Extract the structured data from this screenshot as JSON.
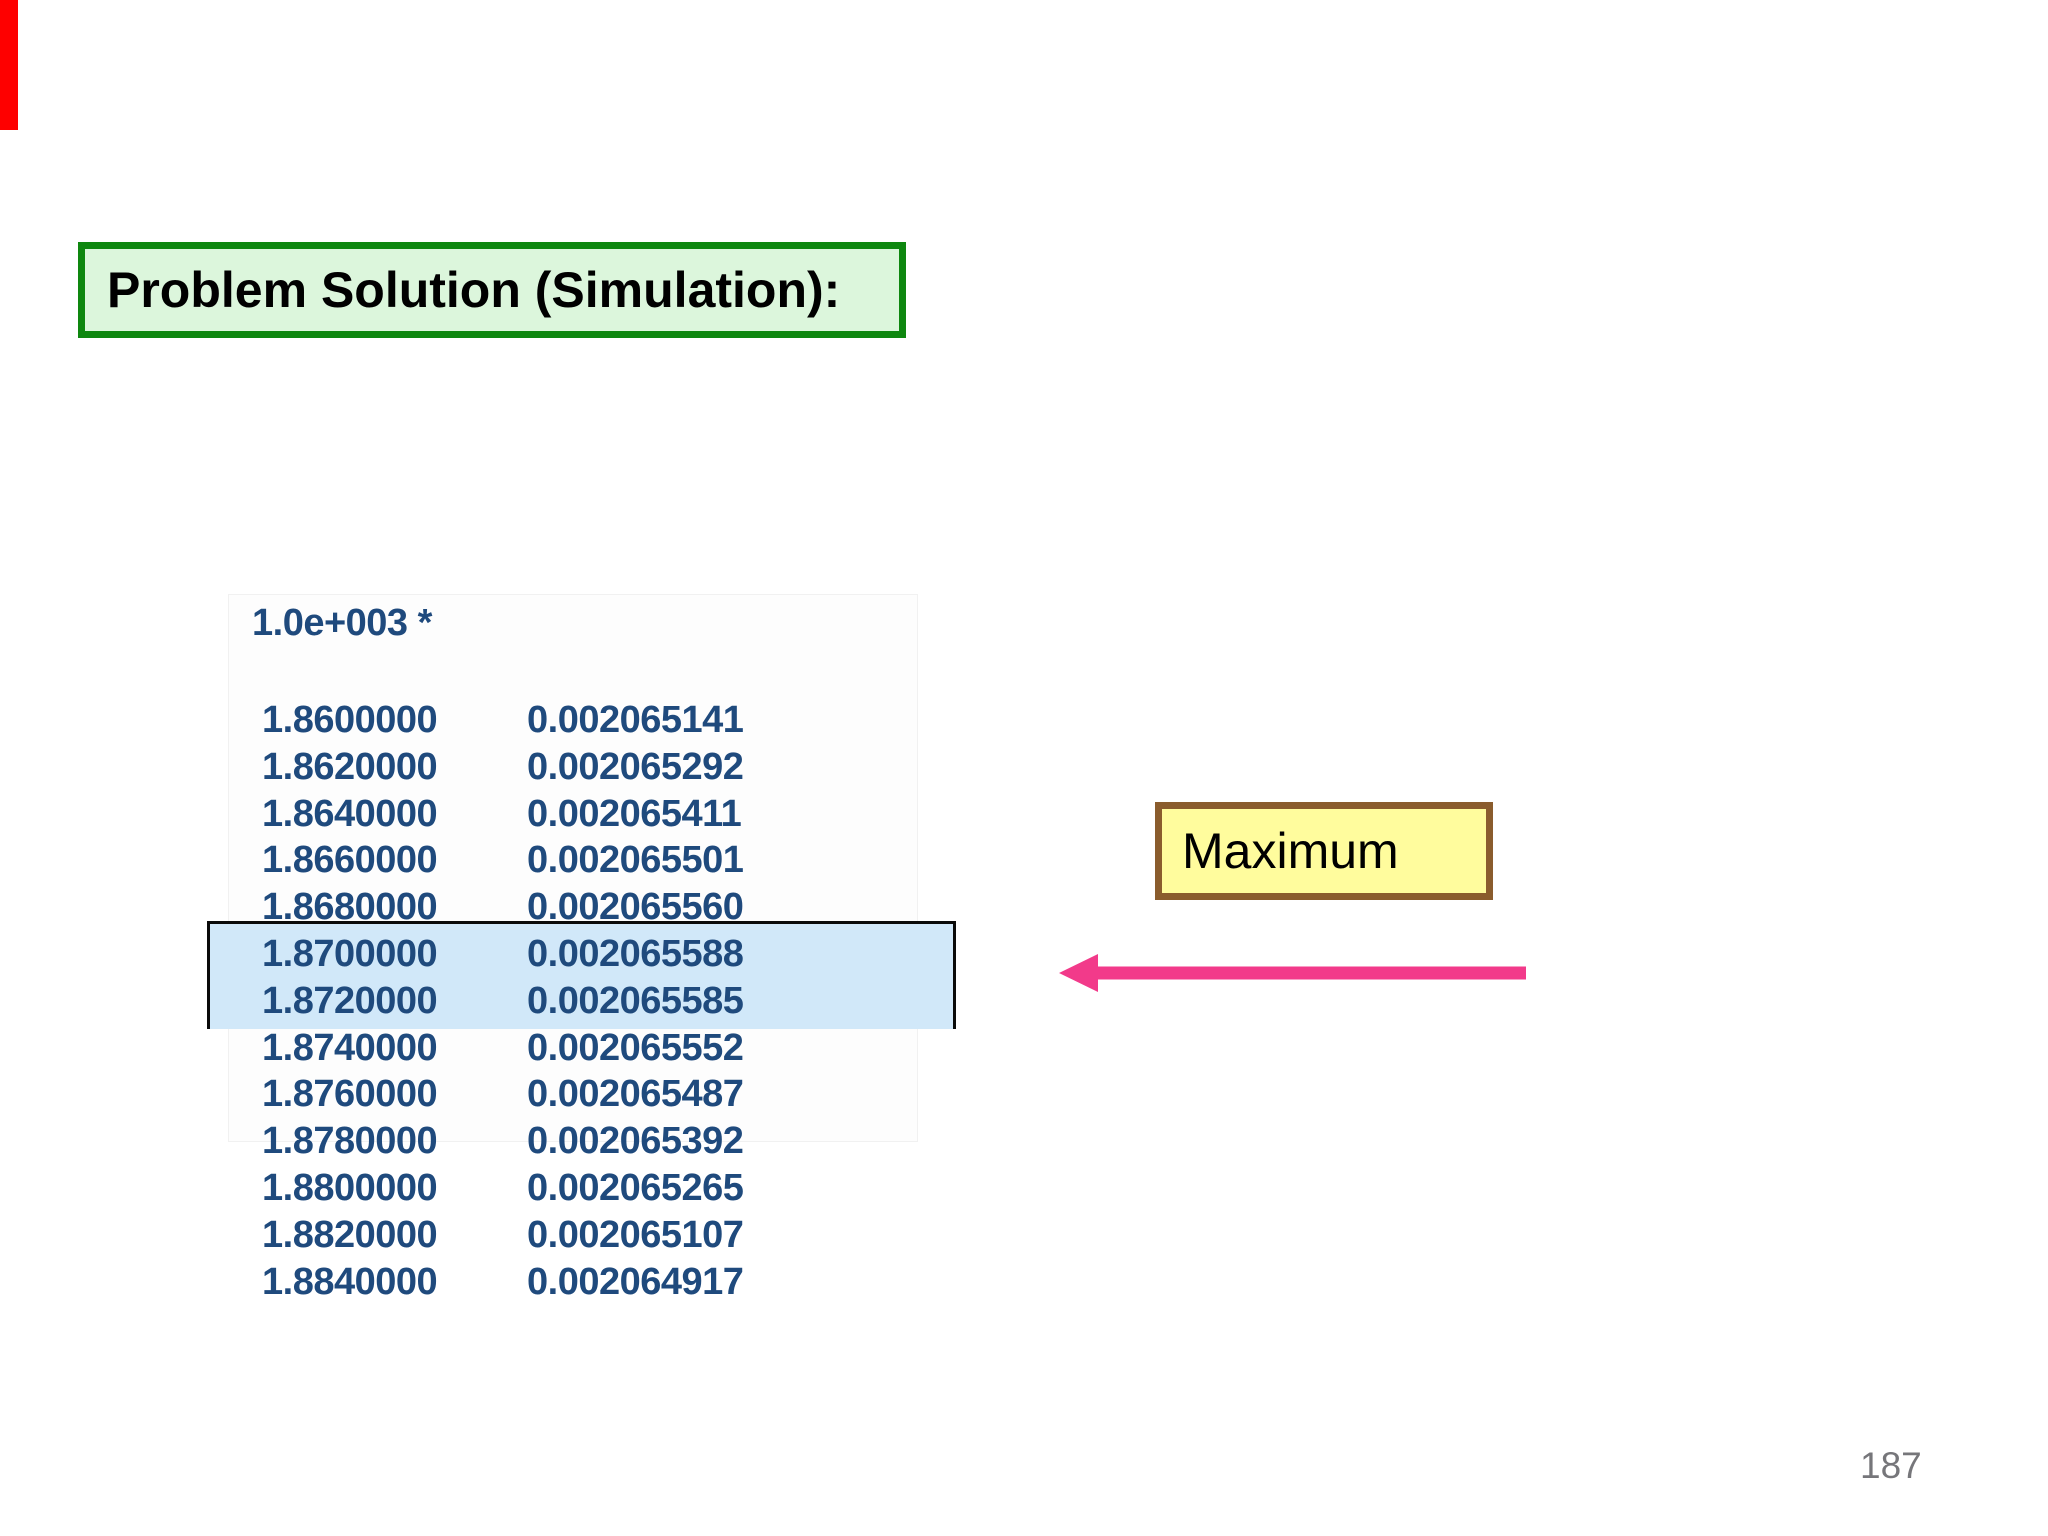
{
  "marker": {
    "color": "#fe0000"
  },
  "title": {
    "text": "Problem Solution (Simulation):",
    "fill_color": "#dcf6dc",
    "border_color": "#0e870f"
  },
  "console": {
    "multiplier_line": "1.0e+003 *",
    "text_color": "#1f4a7d",
    "rows": [
      {
        "x": "1.8600000",
        "fx": "0.002065141"
      },
      {
        "x": "1.8620000",
        "fx": "0.002065292"
      },
      {
        "x": "1.8640000",
        "fx": "0.002065411"
      },
      {
        "x": "1.8660000",
        "fx": "0.002065501"
      },
      {
        "x": "1.8680000",
        "fx": "0.002065560"
      },
      {
        "x": "1.8700000",
        "fx": "0.002065588"
      },
      {
        "x": "1.8720000",
        "fx": "0.002065585"
      },
      {
        "x": "1.8740000",
        "fx": "0.002065552"
      },
      {
        "x": "1.8760000",
        "fx": "0.002065487"
      },
      {
        "x": "1.8780000",
        "fx": "0.002065392"
      },
      {
        "x": "1.8800000",
        "fx": "0.002065265"
      },
      {
        "x": "1.8820000",
        "fx": "0.002065107"
      },
      {
        "x": "1.8840000",
        "fx": "0.002064917"
      }
    ],
    "highlight": {
      "highlighted_x_values": [
        "1.8700000",
        "1.8720000"
      ],
      "fill_color": "#d1e8f9",
      "border_color": "#0a0a0a"
    }
  },
  "callout": {
    "label": "Maximum",
    "fill_color": "#fffc9d",
    "border_color": "#8a5c2d"
  },
  "arrow": {
    "direction": "left",
    "color": "#f23a8a"
  },
  "footer": {
    "page_number": "187"
  }
}
